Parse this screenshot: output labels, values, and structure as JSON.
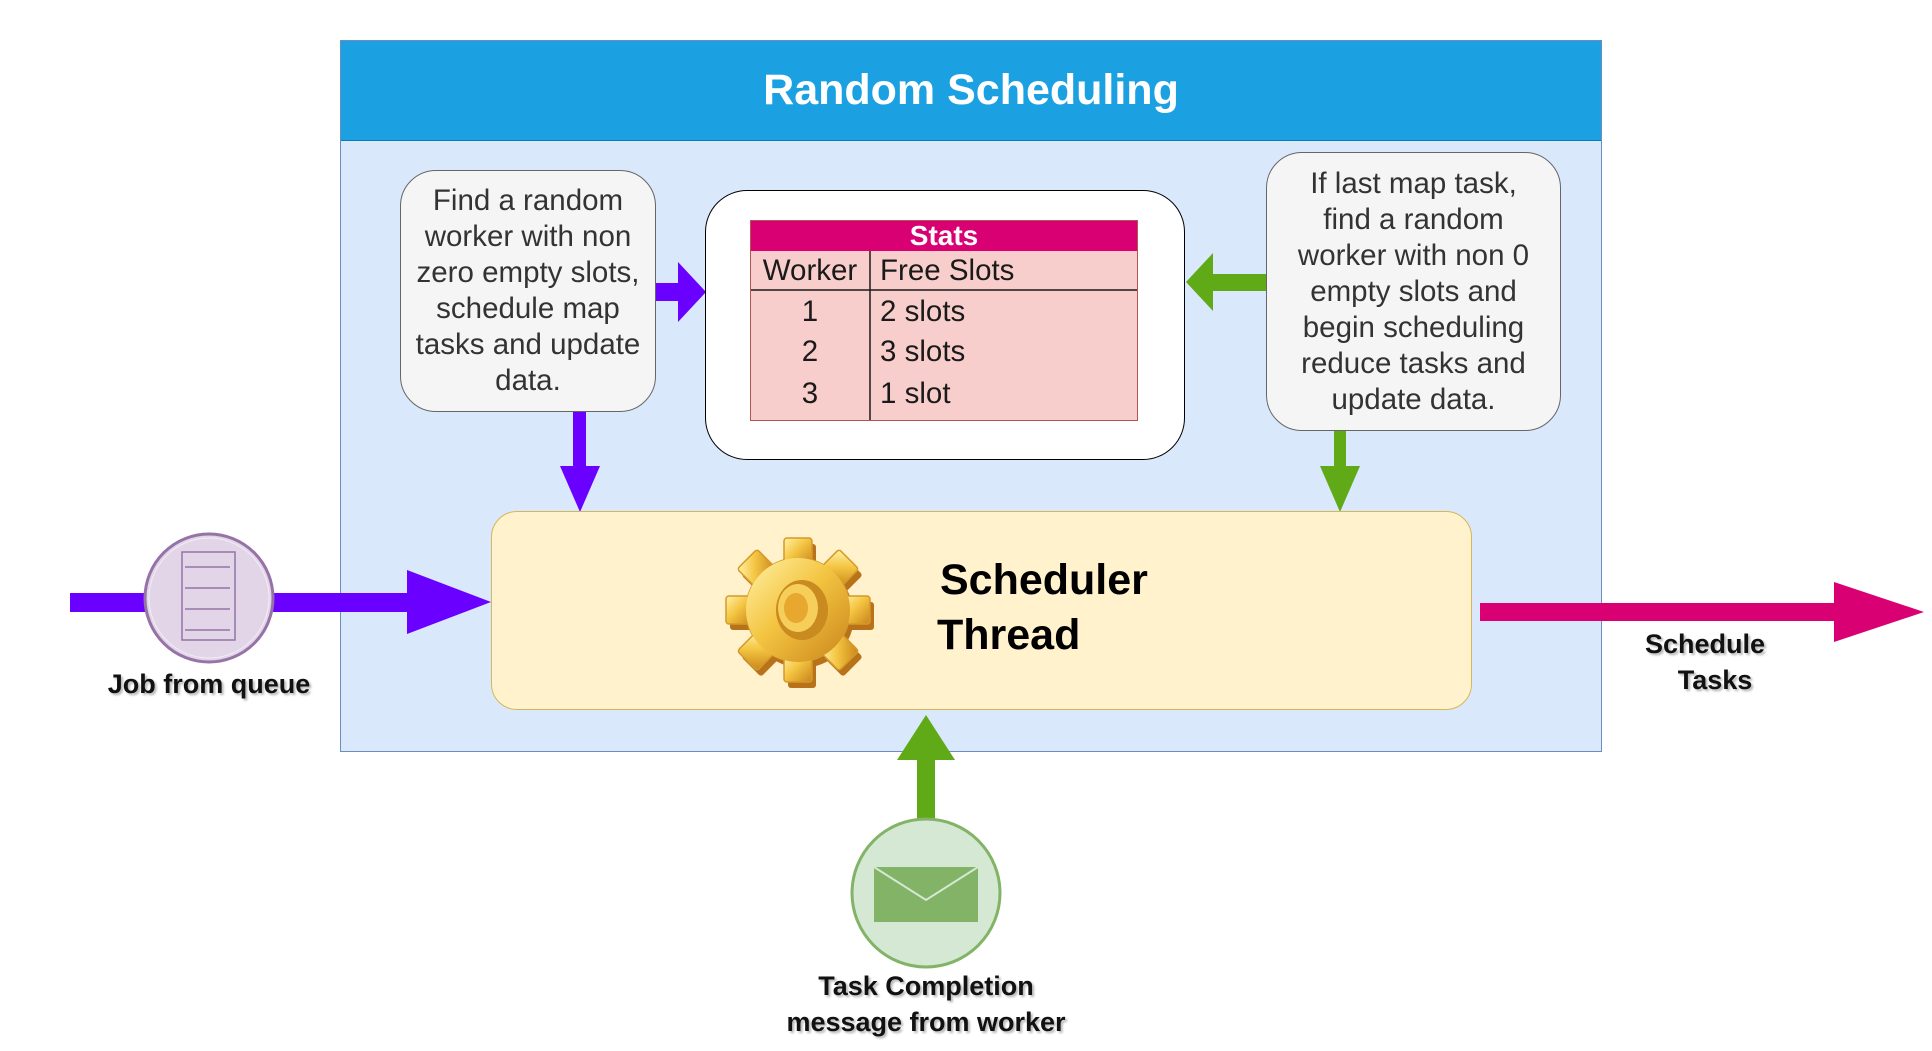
{
  "diagram": {
    "title": "Random Scheduling",
    "note_left": "Find a random\nworker with non\nzero empty slots,\nschedule map\ntasks and update\ndata.",
    "note_right": "If last map task,\nfind a random\nworker with non 0\nempty slots and\nbegin scheduling\nreduce tasks and\nupdate data.",
    "stats": {
      "title": "Stats",
      "headers": [
        "Worker",
        "Free Slots"
      ],
      "rows": [
        [
          "1",
          "2 slots"
        ],
        [
          "2",
          "3 slots"
        ],
        [
          "3",
          "1 slot"
        ]
      ]
    },
    "scheduler": {
      "line1": "Scheduler",
      "line2": "Thread"
    },
    "input_label": "Job from queue",
    "output_label_1": "Schedule",
    "output_label_2": "Tasks",
    "message_label_1": "Task Completion",
    "message_label_2": "message from worker",
    "colors": {
      "header": "#1ba1e2",
      "container": "#dae8fc",
      "stats_title": "#d80073",
      "stats_body": "#f8cecc",
      "scheduler": "#fff2cc",
      "arrow_purple": "#6a00ff",
      "arrow_green": "#60a917",
      "arrow_magenta": "#d80073"
    },
    "icons": [
      "gear-icon",
      "document-icon",
      "envelope-icon"
    ]
  }
}
